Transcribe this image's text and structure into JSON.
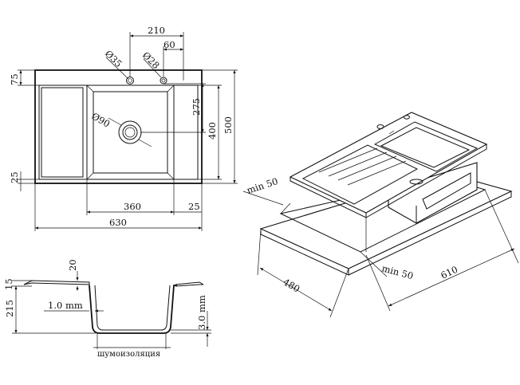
{
  "top_view": {
    "dims": {
      "d210": "210",
      "d60": "60",
      "d35": "Ø35",
      "d28": "Ø28",
      "d75": "75",
      "d275": "275",
      "d400": "400",
      "d500": "500",
      "d90": "Ø90",
      "d25_left": "25",
      "d360": "360",
      "d25_right": "25",
      "d630": "630"
    }
  },
  "section_view": {
    "dims": {
      "d20": "20",
      "d15": "15",
      "d215": "215",
      "d1mm": "1.0 mm",
      "d3mm": "3.0 mm"
    },
    "insulation_label": "шумоизоляция"
  },
  "iso_view": {
    "dims": {
      "min50_left": "min 50",
      "min50_right": "min 50",
      "d480": "480",
      "d610": "610"
    }
  }
}
